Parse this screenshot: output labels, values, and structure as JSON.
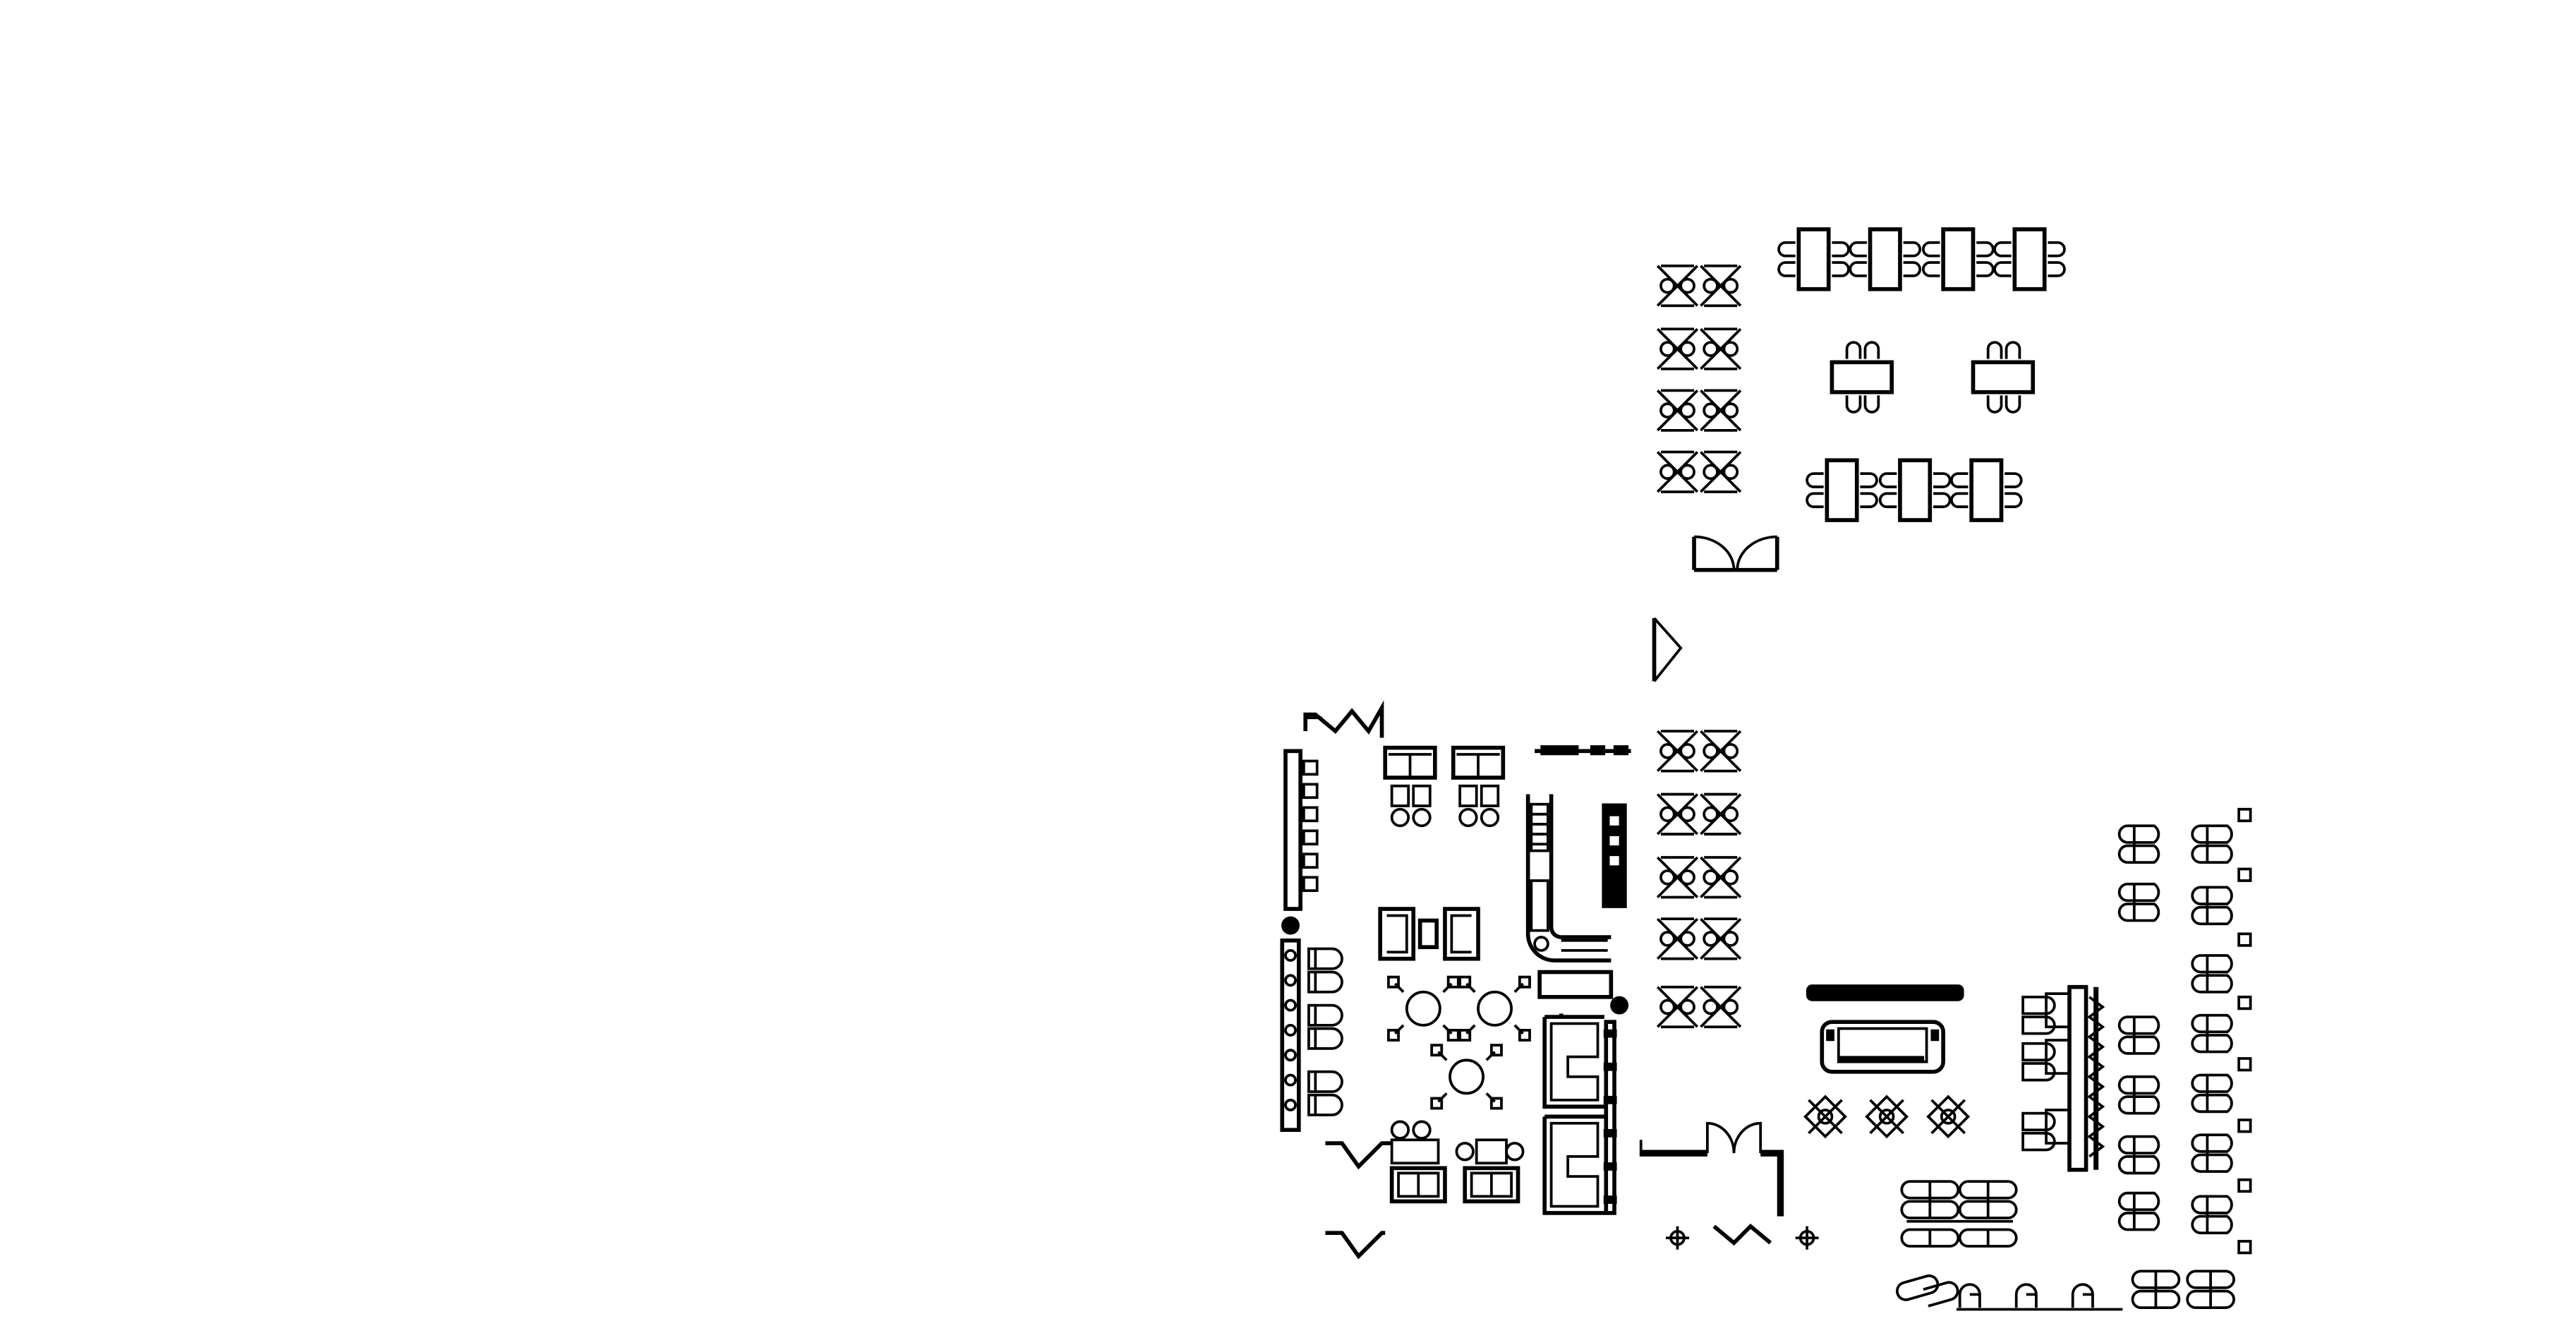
{
  "canvas": {
    "background": "#ffffff",
    "line_color": "#000000"
  },
  "icons": {
    "dining_table_4": "rectangular-table-with-4-chairs",
    "dining_table_4_horizontal": "rectangular-table-with-4-chairs-rotated",
    "diamond_chair_cluster": "x-pattern-diamond-chair-group",
    "round_table": "round-table-with-4-chairs",
    "bar_counter": "bar-counter-with-stools",
    "sofa": "sofa-2-seat",
    "armchair": "armchair",
    "lounge_chair_pair": "paired-lounge-chairs",
    "planter": "planter-hedge",
    "door_single": "single-swing-door",
    "door_double": "double-swing-door",
    "stool": "square-stool",
    "kitchen_l": "l-shaped-kitchen-counter",
    "booth": "u-shaped-booth",
    "dj_booth": "dj-console-stage"
  }
}
